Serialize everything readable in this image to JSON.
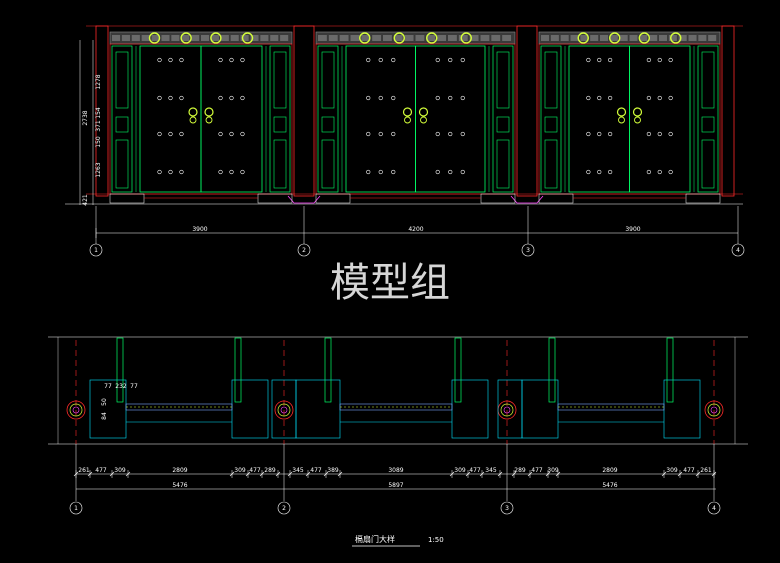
{
  "colors": {
    "background": "#000000",
    "door_outline": "#00ff66",
    "frame_red": "#ff2a2a",
    "dimension_white": "#ffffff",
    "plan_cyan": "#00e5ff",
    "knocker_yellow": "#d4ff3a",
    "lintel_gray": "#8a8a8a"
  },
  "watermark": "模型组",
  "elevation": {
    "axes": [
      "1",
      "2",
      "3",
      "4"
    ],
    "spans": [
      "3900",
      "4200",
      "3900"
    ],
    "vertical_dims": [
      "1278",
      "154",
      "371",
      "150",
      "1263",
      "2738",
      "421"
    ]
  },
  "plan": {
    "axes": [
      "1",
      "2",
      "3",
      "4"
    ],
    "top_dims": [
      "77",
      "232",
      "77"
    ],
    "left_dims": [
      "50",
      "84"
    ],
    "detail_dims": [
      "261",
      "477",
      "309",
      "2809",
      "309",
      "477",
      "289",
      "345",
      "477",
      "389",
      "3089",
      "309",
      "477",
      "345",
      "289",
      "477",
      "309",
      "2809",
      "309",
      "477",
      "261"
    ],
    "span_dims": [
      "5476",
      "5897",
      "5476"
    ]
  },
  "title": {
    "label": "槅扇门大样",
    "scale": "1:50"
  }
}
